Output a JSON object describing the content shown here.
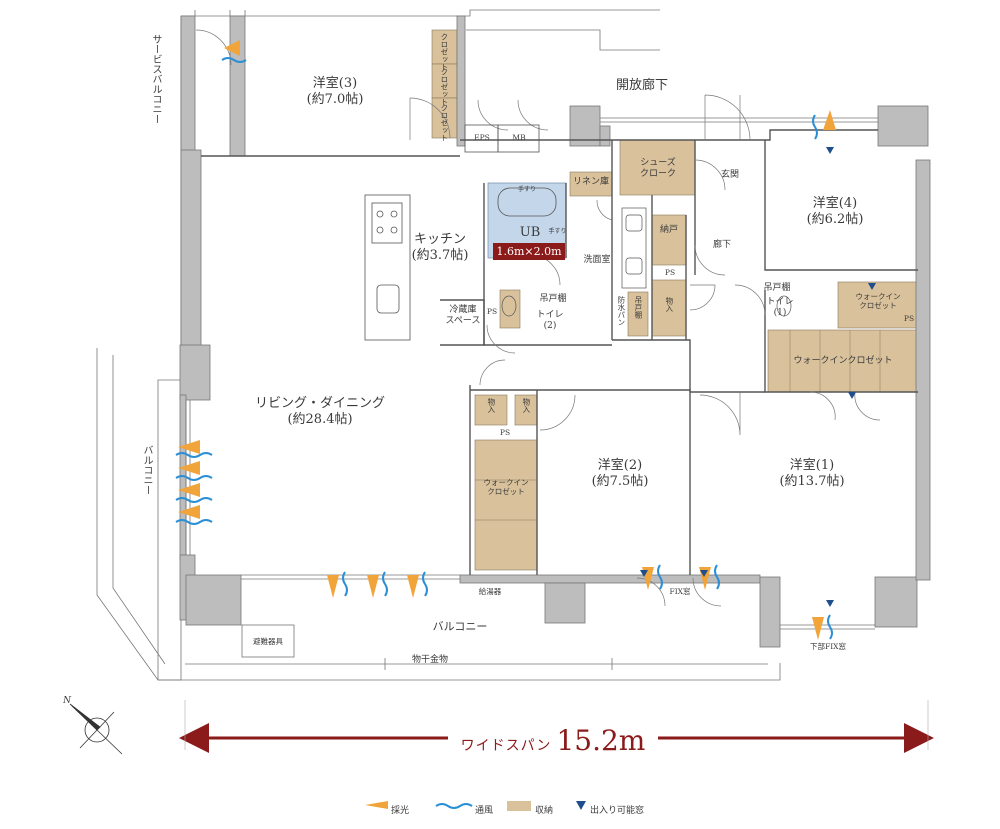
{
  "rooms": {
    "western3": {
      "name": "洋室(3)",
      "size": "(約7.0帖)"
    },
    "western4": {
      "name": "洋室(4)",
      "size": "(約6.2帖)"
    },
    "western2": {
      "name": "洋室(2)",
      "size": "(約7.5帖)"
    },
    "western1": {
      "name": "洋室(1)",
      "size": "(約13.7帖)"
    },
    "kitchen": {
      "name": "キッチン",
      "size": "(約3.7帖)"
    },
    "living": {
      "name": "リビング・ダイニング",
      "size": "(約28.4帖)"
    }
  },
  "labels": {
    "service_balcony": "サービスバルコニー",
    "open_corridor": "開放廊下",
    "eps": "EPS",
    "mb": "MB",
    "closet": "クロゼット",
    "shoes_cloak_1": "シューズ",
    "shoes_cloak_2": "クローク",
    "linen": "リネン庫",
    "entrance": "玄関",
    "ub": "UB",
    "ub_size": "1.6m×2.0m",
    "ub_handrail": "手すり",
    "storage_nando": "納戸",
    "corridor": "廊下",
    "washroom": "洗面室",
    "ps": "PS",
    "hanging_shelf": "吊戸棚",
    "toilet1_a": "トイレ",
    "toilet1_b": "(1)",
    "toilet2_a": "トイレ",
    "toilet2_b": "(2)",
    "fridge_a": "冷蔵庫",
    "fridge_b": "スペース",
    "waterproof_pan": "防水パン",
    "storage": "物入",
    "wic": "ウォークインクロゼット",
    "wic_a": "ウォークイン",
    "wic_b": "クロゼット",
    "balcony_side": "バルコニー",
    "balcony": "バルコニー",
    "water_heater": "給湯器",
    "fix_window": "FIX窓",
    "lower_fix_window": "下部FIX窓",
    "evacuation_hatch": "避難器具",
    "drying_rack": "物干金物",
    "north": "N"
  },
  "span": {
    "label": "ワイドスパン",
    "value": "15.2m"
  },
  "legend": [
    {
      "label": "採光",
      "icon": "light-wedge-icon",
      "color": "#f0a43a"
    },
    {
      "label": "通風",
      "icon": "wind-wave-icon",
      "color": "#2b8fd6"
    },
    {
      "label": "収納",
      "icon": "storage-swatch-icon",
      "color": "#d8c19b"
    },
    {
      "label": "出入り可能窓",
      "icon": "door-triangle-icon",
      "color": "#1e4f8c"
    }
  ],
  "colors": {
    "wall": "#8c8c8c",
    "storage": "#d8c19b",
    "ub": "#c4d7ea",
    "accent": "#8b1a1a",
    "light": "#f0a43a",
    "wind": "#2b8fd6"
  }
}
